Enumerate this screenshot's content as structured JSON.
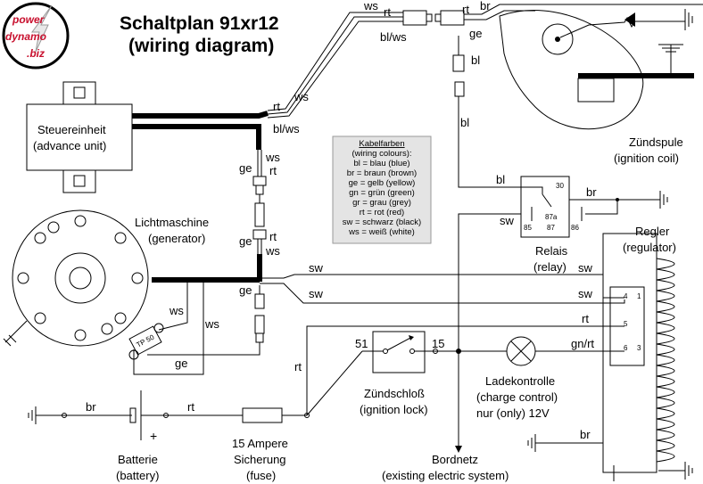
{
  "logo": {
    "line1": "power",
    "line2": "dynamo",
    "line3": ".biz"
  },
  "title": {
    "line1": "Schaltplan 91xr12",
    "line2": "(wiring diagram)"
  },
  "components": {
    "advance_unit": {
      "line1": "Steuereinheit",
      "line2": "(advance unit)"
    },
    "generator": {
      "line1": "Lichtmaschine",
      "line2": "(generator)"
    },
    "ignition_coil": {
      "line1": "Zündspule",
      "line2": "(ignition coil)"
    },
    "relay": {
      "line1": "Relais",
      "line2": "(relay)",
      "t30": "30",
      "t85": "85",
      "t87a": "87a",
      "t87": "87",
      "t86": "86"
    },
    "regulator": {
      "line1": "Regler",
      "line2": "(regulator)",
      "t4": "4",
      "t1": "1",
      "t5": "5",
      "t6": "6",
      "t3": "3"
    },
    "ignition_lock": {
      "line1": "Zündschloß",
      "line2": "(ignition lock)",
      "t51": "51",
      "t15": "15"
    },
    "charge_control": {
      "line1": "Ladekontrolle",
      "line2": "(charge control)",
      "line3": "nur (only) 12V"
    },
    "battery": {
      "line1": "Batterie",
      "line2": "(battery)",
      "plus": "+"
    },
    "fuse": {
      "line1": "15 Ampere",
      "line2": "Sicherung",
      "line3": "(fuse)"
    },
    "onboard": {
      "line1": "Bordnetz",
      "line2": "(existing electric system)"
    },
    "fuse_small": {
      "label": "TP 50"
    }
  },
  "legend": {
    "title": "Kabelfarben",
    "subtitle": "(wiring colours):",
    "items": [
      "bl = blau (blue)",
      "br = braun (brown)",
      "ge = gelb (yellow)",
      "gn = grün (green)",
      "gr = grau (grey)",
      "rt = rot (red)",
      "sw = schwarz (black)",
      "ws = weiß (white)"
    ]
  },
  "wires": {
    "ws_top": "ws",
    "rt_top": "rt",
    "blws_top": "bl/ws",
    "rt_top2": "rt",
    "br_top": "br",
    "ge_top": "ge",
    "bl_a": "bl",
    "bl_b": "bl",
    "ws_cable": "ws",
    "rt_cable": "rt",
    "blws_cable": "bl/ws",
    "ws_v": "ws",
    "ge_v": "ge",
    "rt_v": "rt",
    "ge_v2": "ge",
    "rt_v2": "rt",
    "ws_v2": "ws",
    "sw_1": "sw",
    "sw_2": "sw",
    "ge_3": "ge",
    "ws_gen": "ws",
    "ws_gen2": "ws",
    "ge_gen": "ge",
    "bl_relay": "bl",
    "br_relay": "br",
    "sw_relay": "sw",
    "sw_reg1": "sw",
    "sw_reg2": "sw",
    "rt_reg": "rt",
    "gnrt_reg": "gn/rt",
    "br_reg": "br",
    "rt_lock": "rt",
    "br_batt": "br",
    "rt_batt": "rt"
  }
}
